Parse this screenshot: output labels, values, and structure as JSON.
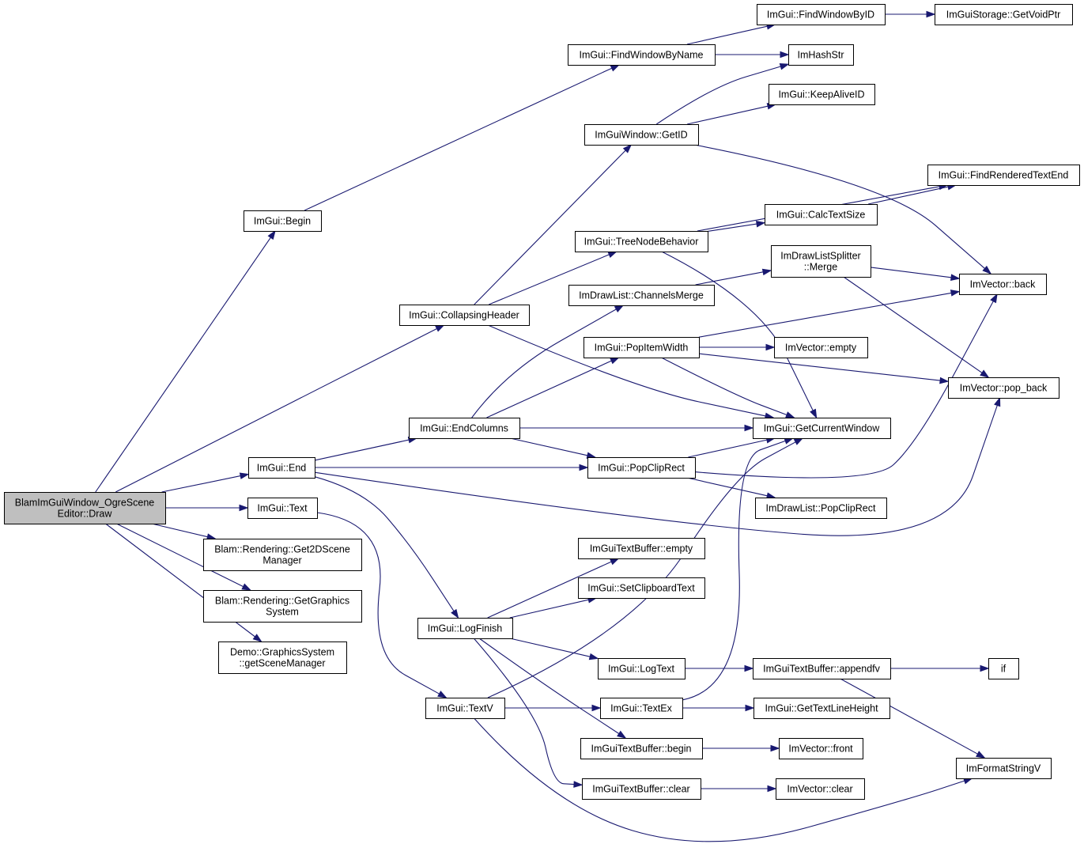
{
  "nodes": [
    {
      "id": "root",
      "lines": [
        "BlamImGuiWindow_OgreScene",
        "Editor::Draw"
      ]
    },
    {
      "id": "begin",
      "lines": [
        "ImGui::Begin"
      ]
    },
    {
      "id": "collapsing",
      "lines": [
        "ImGui::CollapsingHeader"
      ]
    },
    {
      "id": "end",
      "lines": [
        "ImGui::End"
      ]
    },
    {
      "id": "text",
      "lines": [
        "ImGui::Text"
      ]
    },
    {
      "id": "get2d",
      "lines": [
        "Blam::Rendering::Get2DScene",
        "Manager"
      ]
    },
    {
      "id": "getgfx",
      "lines": [
        "Blam::Rendering::GetGraphics",
        "System"
      ]
    },
    {
      "id": "demo",
      "lines": [
        "Demo::GraphicsSystem",
        "::getSceneManager"
      ]
    },
    {
      "id": "findbyname",
      "lines": [
        "ImGui::FindWindowByName"
      ]
    },
    {
      "id": "findbyid",
      "lines": [
        "ImGui::FindWindowByID"
      ]
    },
    {
      "id": "getvoidptr",
      "lines": [
        "ImGuiStorage::GetVoidPtr"
      ]
    },
    {
      "id": "hashstr",
      "lines": [
        "ImHashStr"
      ]
    },
    {
      "id": "keepalive",
      "lines": [
        "ImGui::KeepAliveID"
      ]
    },
    {
      "id": "getid",
      "lines": [
        "ImGuiWindow::GetID"
      ]
    },
    {
      "id": "findrendered",
      "lines": [
        "ImGui::FindRenderedTextEnd"
      ]
    },
    {
      "id": "calctext",
      "lines": [
        "ImGui::CalcTextSize"
      ]
    },
    {
      "id": "treenode",
      "lines": [
        "ImGui::TreeNodeBehavior"
      ]
    },
    {
      "id": "splitter",
      "lines": [
        "ImDrawListSplitter",
        "::Merge"
      ]
    },
    {
      "id": "channels",
      "lines": [
        "ImDrawList::ChannelsMerge"
      ]
    },
    {
      "id": "vback",
      "lines": [
        "ImVector::back"
      ]
    },
    {
      "id": "popitem",
      "lines": [
        "ImGui::PopItemWidth"
      ]
    },
    {
      "id": "vempty",
      "lines": [
        "ImVector::empty"
      ]
    },
    {
      "id": "vpopback",
      "lines": [
        "ImVector::pop_back"
      ]
    },
    {
      "id": "endcols",
      "lines": [
        "ImGui::EndColumns"
      ]
    },
    {
      "id": "getcur",
      "lines": [
        "ImGui::GetCurrentWindow"
      ]
    },
    {
      "id": "popclip",
      "lines": [
        "ImGui::PopClipRect"
      ]
    },
    {
      "id": "dlpopclip",
      "lines": [
        "ImDrawList::PopClipRect"
      ]
    },
    {
      "id": "tbempty",
      "lines": [
        "ImGuiTextBuffer::empty"
      ]
    },
    {
      "id": "setclip",
      "lines": [
        "ImGui::SetClipboardText"
      ]
    },
    {
      "id": "logfinish",
      "lines": [
        "ImGui::LogFinish"
      ]
    },
    {
      "id": "logtext",
      "lines": [
        "ImGui::LogText"
      ]
    },
    {
      "id": "appendfv",
      "lines": [
        "ImGuiTextBuffer::appendfv"
      ]
    },
    {
      "id": "if",
      "lines": [
        "if"
      ]
    },
    {
      "id": "textv",
      "lines": [
        "ImGui::TextV"
      ]
    },
    {
      "id": "textex",
      "lines": [
        "ImGui::TextEx"
      ]
    },
    {
      "id": "lineheight",
      "lines": [
        "ImGui::GetTextLineHeight"
      ]
    },
    {
      "id": "tbbegin",
      "lines": [
        "ImGuiTextBuffer::begin"
      ]
    },
    {
      "id": "vfront",
      "lines": [
        "ImVector::front"
      ]
    },
    {
      "id": "formatv",
      "lines": [
        "ImFormatStringV"
      ]
    },
    {
      "id": "tbclear",
      "lines": [
        "ImGuiTextBuffer::clear"
      ]
    },
    {
      "id": "vclear",
      "lines": [
        "ImVector::clear"
      ]
    }
  ],
  "edges": [
    [
      "root",
      "begin"
    ],
    [
      "root",
      "collapsing"
    ],
    [
      "root",
      "end"
    ],
    [
      "root",
      "text"
    ],
    [
      "root",
      "get2d"
    ],
    [
      "root",
      "getgfx"
    ],
    [
      "root",
      "demo"
    ],
    [
      "begin",
      "findbyname"
    ],
    [
      "findbyname",
      "findbyid"
    ],
    [
      "findbyname",
      "hashstr"
    ],
    [
      "findbyid",
      "getvoidptr"
    ],
    [
      "collapsing",
      "getid"
    ],
    [
      "collapsing",
      "treenode"
    ],
    [
      "collapsing",
      "getcur"
    ],
    [
      "getid",
      "hashstr"
    ],
    [
      "getid",
      "keepalive"
    ],
    [
      "getid",
      "vback"
    ],
    [
      "treenode",
      "findrendered"
    ],
    [
      "treenode",
      "calctext"
    ],
    [
      "treenode",
      "getcur"
    ],
    [
      "calctext",
      "findrendered"
    ],
    [
      "end",
      "endcols"
    ],
    [
      "end",
      "popclip"
    ],
    [
      "end",
      "logfinish"
    ],
    [
      "end",
      "vpopback"
    ],
    [
      "endcols",
      "channels"
    ],
    [
      "endcols",
      "popitem"
    ],
    [
      "endcols",
      "getcur"
    ],
    [
      "endcols",
      "popclip"
    ],
    [
      "channels",
      "splitter"
    ],
    [
      "splitter",
      "vback"
    ],
    [
      "splitter",
      "vpopback"
    ],
    [
      "popitem",
      "vback"
    ],
    [
      "popitem",
      "vempty"
    ],
    [
      "popitem",
      "vpopback"
    ],
    [
      "popitem",
      "getcur"
    ],
    [
      "popclip",
      "getcur"
    ],
    [
      "popclip",
      "dlpopclip"
    ],
    [
      "popclip",
      "vback"
    ],
    [
      "text",
      "textv"
    ],
    [
      "logfinish",
      "tbempty"
    ],
    [
      "logfinish",
      "setclip"
    ],
    [
      "logfinish",
      "logtext"
    ],
    [
      "logfinish",
      "tbbegin"
    ],
    [
      "logfinish",
      "tbclear"
    ],
    [
      "logtext",
      "appendfv"
    ],
    [
      "appendfv",
      "if"
    ],
    [
      "appendfv",
      "formatv"
    ],
    [
      "textv",
      "getcur"
    ],
    [
      "textv",
      "textex"
    ],
    [
      "textv",
      "formatv"
    ],
    [
      "textex",
      "lineheight"
    ],
    [
      "textex",
      "getcur"
    ],
    [
      "tbbegin",
      "vfront"
    ],
    [
      "tbclear",
      "vclear"
    ]
  ]
}
